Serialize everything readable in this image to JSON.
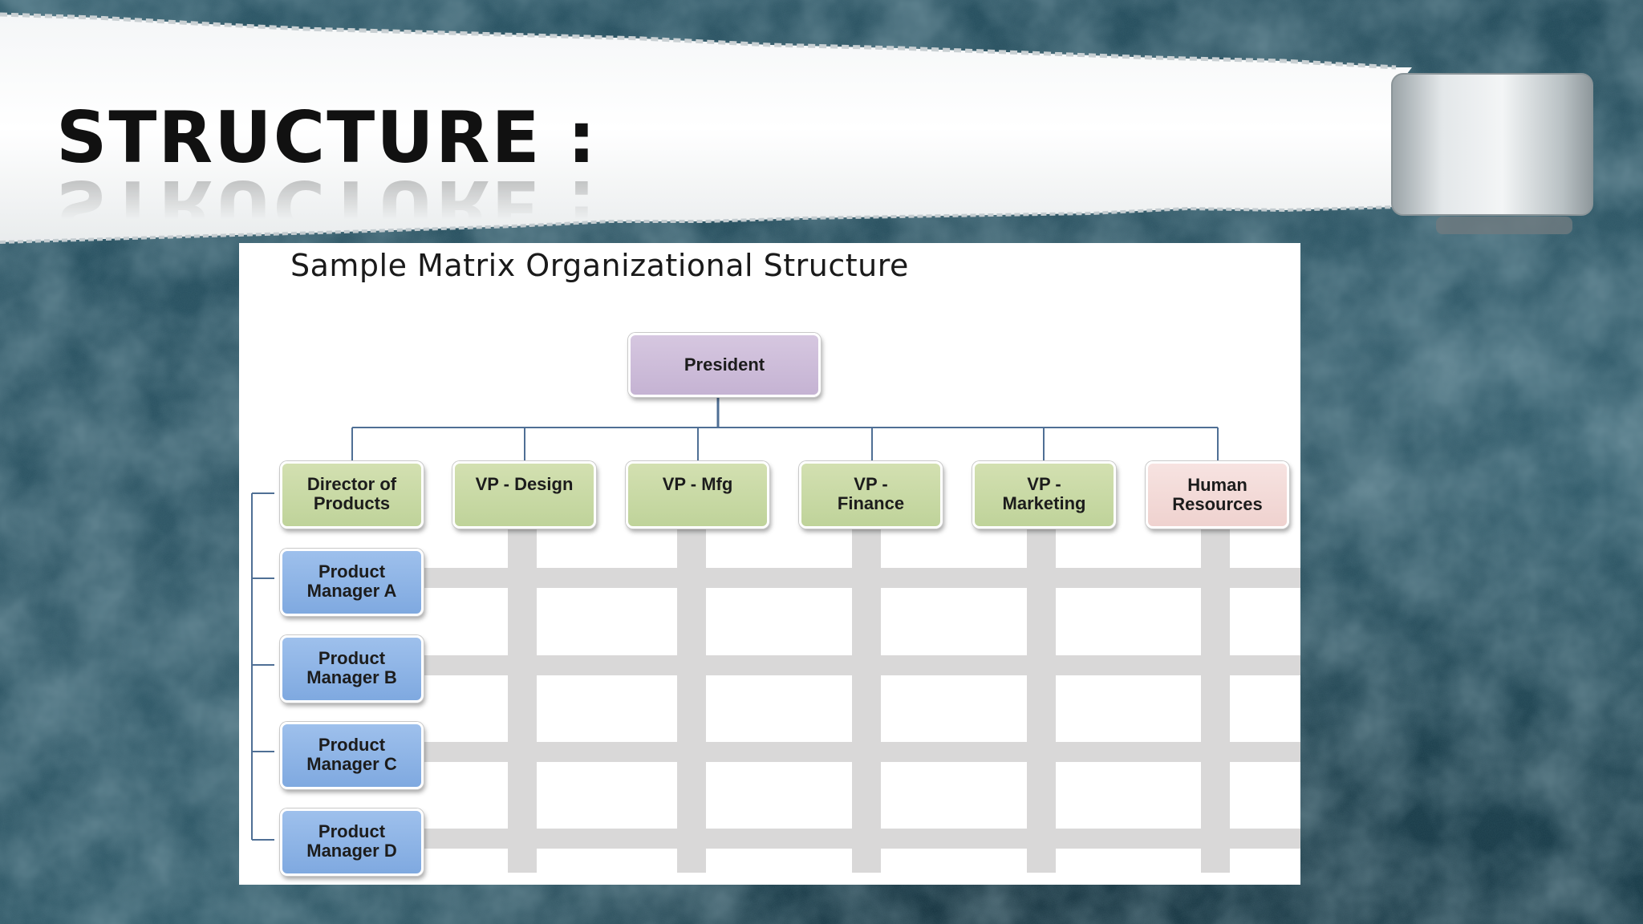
{
  "slide": {
    "title": "STRUCTURE :"
  },
  "diagram": {
    "title": "Sample Matrix Organizational Structure",
    "top_node": {
      "label": "President",
      "color": "#c5b3d3"
    },
    "functional_heads": [
      {
        "label": "Director of\nProducts",
        "color": "#bfd39a"
      },
      {
        "label": "VP - Design",
        "color": "#bfd39a"
      },
      {
        "label": "VP - Mfg",
        "color": "#bfd39a"
      },
      {
        "label": "VP -\nFinance",
        "color": "#bfd39a"
      },
      {
        "label": "VP -\nMarketing",
        "color": "#bfd39a"
      },
      {
        "label": "Human\nResources",
        "color": "#efd2cf"
      }
    ],
    "product_managers": [
      {
        "label": "Product\nManager A",
        "color": "#7fa9e0"
      },
      {
        "label": "Product\nManager B",
        "color": "#7fa9e0"
      },
      {
        "label": "Product\nManager C",
        "color": "#7fa9e0"
      },
      {
        "label": "Product\nManager D",
        "color": "#7fa9e0"
      }
    ],
    "connector_color": "#4f6f95",
    "matrix_bar_color": "#d9d8d8"
  }
}
